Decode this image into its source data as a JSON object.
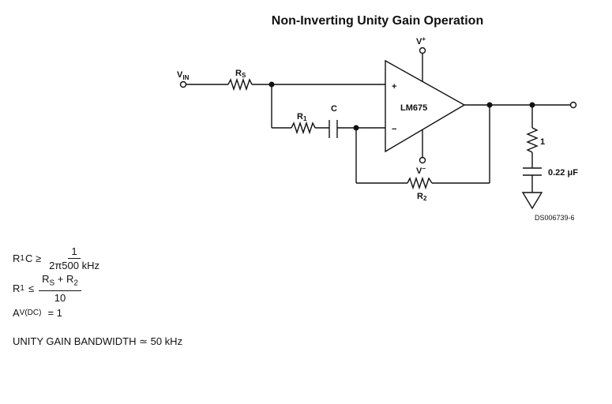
{
  "title": "Non-Inverting Unity Gain Operation",
  "circuit": {
    "vin_label": "V",
    "vin_sub": "IN",
    "rs_label": "R",
    "rs_sub": "S",
    "r1_label": "R",
    "r1_sub": "1",
    "c_label": "C",
    "opamp_label": "LM675",
    "plus_label": "+",
    "minus_label": "−",
    "vplus_label": "V",
    "vplus_sup": "+",
    "vminus_label": "V",
    "vminus_sup": "−",
    "r2_label": "R",
    "r2_sub": "2",
    "load_r_label": "1",
    "load_c_label": "0.22 μF",
    "figure_id": "DS006739-6"
  },
  "equations": {
    "eq1_lhs": "R",
    "eq1_lhs_sub": "1",
    "eq1_lhs_tail": "C ≥",
    "eq1_num": "1",
    "eq1_den": "2π500 kHz",
    "eq2_lhs": "R",
    "eq2_lhs_sub": "1",
    "eq2_op": "≤",
    "eq2_num_a": "R",
    "eq2_num_a_sub": "S",
    "eq2_num_plus": " + R",
    "eq2_num_b_sub": "2",
    "eq2_den": "10",
    "eq3_lhs": "A",
    "eq3_lhs_sub": "V(DC)",
    "eq3_rhs": "= 1",
    "bandwidth": "UNITY GAIN BANDWIDTH ≃ 50 kHz"
  }
}
